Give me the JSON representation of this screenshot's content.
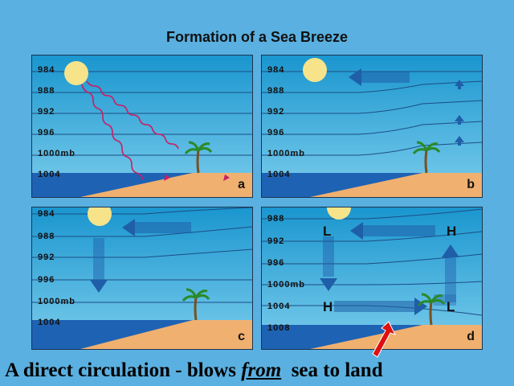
{
  "title": "Formation of a Sea Breeze",
  "panels": {
    "a": {
      "letter": "a",
      "labels": [
        "984",
        "988",
        "992",
        "996",
        "1000mb",
        "1004"
      ]
    },
    "b": {
      "letter": "b",
      "labels": [
        "984",
        "988",
        "992",
        "996",
        "1000mb",
        "1004"
      ]
    },
    "c": {
      "letter": "c",
      "labels": [
        "984",
        "988",
        "992",
        "996",
        "1000mb",
        "1004"
      ]
    },
    "d": {
      "letter": "d",
      "labels": [
        "988",
        "992",
        "996",
        "1000mb",
        "1004",
        "1008"
      ],
      "pressure_marks": [
        "L",
        "H",
        "H",
        "L"
      ]
    }
  },
  "caption": {
    "before": "A direct circulation - blows ",
    "emphasis": "from",
    "after": "  sea to land"
  },
  "colors": {
    "background": "#5ab0e0",
    "sky_top": "#1a96cf",
    "sky_bottom": "#7ccdec",
    "sand": "#f0b070",
    "sea": "#1e62b4",
    "ray": "#c81e64",
    "arrow": "#1f5ea8",
    "pointer": "#e01010"
  }
}
